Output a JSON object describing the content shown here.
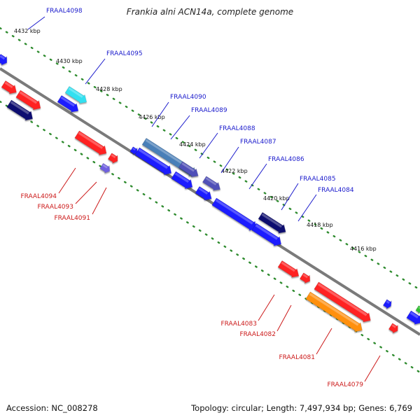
{
  "title": "Frankia alni ACN14a, complete genome",
  "footer": {
    "accession": "Accession: NC_008278",
    "summary": "Topology: circular; Length: 7,497,934 bp; Genes: 6,769"
  },
  "colors": {
    "backbone": "#7a7a7a",
    "tick": "#2e8b2e",
    "forward_label": "#1a1acc",
    "reverse_label": "#cc1a1a",
    "red": "#ff2020",
    "blue": "#1a1aff",
    "navy": "#101070",
    "cyan": "#30e0f0",
    "steel": "#4a7fb8",
    "slate": "#5050b8",
    "purple": "#7060e0",
    "orange": "#ff9010",
    "green": "#30c030"
  },
  "ticks": [
    "4432 kbp",
    "4430 kbp",
    "4428 kbp",
    "4426 kbp",
    "4424 kbp",
    "4422 kbp",
    "4420 kbp",
    "4418 kbp",
    "4416 kbp"
  ],
  "forward_labels": [
    "FRAAL4098",
    "FRAAL4095",
    "FRAAL4090",
    "FRAAL4089",
    "FRAAL4088",
    "FRAAL4087",
    "FRAAL4086",
    "FRAAL4085",
    "FRAAL4084"
  ],
  "reverse_labels": [
    "FRAAL4094",
    "FRAAL4093",
    "FRAAL4091",
    "FRAAL4083",
    "FRAAL4082",
    "FRAAL4081",
    "FRAAL4079"
  ]
}
